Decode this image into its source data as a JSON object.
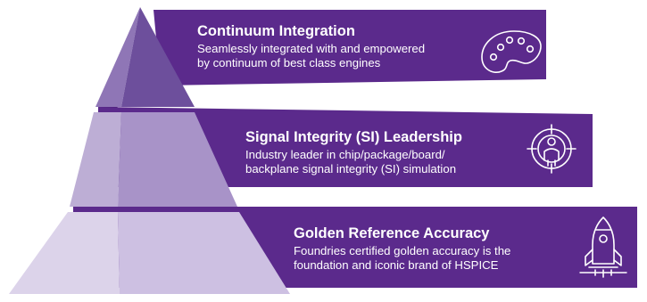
{
  "tiers": [
    {
      "title": "Continuum Integration",
      "description_lines": [
        "Seamlessly integrated with and empowered",
        "by continuum of best class engines"
      ],
      "icon": "palette-icon"
    },
    {
      "title": "Signal Integrity (SI) Leadership",
      "description_lines": [
        "Industry leader in chip/package/board/",
        "backplane signal integrity (SI) simulation"
      ],
      "icon": "target-person-icon"
    },
    {
      "title": "Golden Reference Accuracy",
      "description_lines": [
        "Foundries certified golden accuracy is the",
        "foundation and iconic brand of HSPICE"
      ],
      "icon": "rocket-icon"
    }
  ],
  "colors": {
    "banner": "#5b2a8c",
    "banner_shadow": "#3a1460",
    "pyramid_top_left": "#8f76b6",
    "pyramid_top_right": "#6d4f9c",
    "pyramid_mid_left": "#bdaed5",
    "pyramid_mid_right": "#a893c8",
    "pyramid_base_left": "#dcd3ea",
    "pyramid_base_right": "#cdc0e2"
  }
}
